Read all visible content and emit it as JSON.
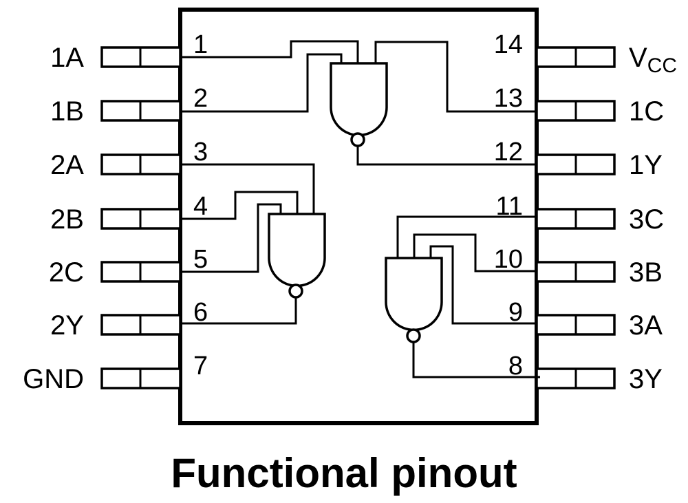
{
  "title": "Functional pinout",
  "device": {
    "type": "triple 3-input NAND",
    "pins": [
      {
        "number": "1",
        "name": "1A",
        "side": "left",
        "row": 0
      },
      {
        "number": "2",
        "name": "1B",
        "side": "left",
        "row": 1
      },
      {
        "number": "3",
        "name": "2A",
        "side": "left",
        "row": 2
      },
      {
        "number": "4",
        "name": "2B",
        "side": "left",
        "row": 3
      },
      {
        "number": "5",
        "name": "2C",
        "side": "left",
        "row": 4
      },
      {
        "number": "6",
        "name": "2Y",
        "side": "left",
        "row": 5
      },
      {
        "number": "7",
        "name": "GND",
        "side": "left",
        "row": 6
      },
      {
        "number": "14",
        "name": "V",
        "name_sub": "CC",
        "side": "right",
        "row": 0
      },
      {
        "number": "13",
        "name": "1C",
        "side": "right",
        "row": 1
      },
      {
        "number": "12",
        "name": "1Y",
        "side": "right",
        "row": 2
      },
      {
        "number": "11",
        "name": "3C",
        "side": "right",
        "row": 3
      },
      {
        "number": "10",
        "name": "3B",
        "side": "right",
        "row": 4
      },
      {
        "number": "9",
        "name": "3A",
        "side": "right",
        "row": 5
      },
      {
        "number": "8",
        "name": "3Y",
        "side": "right",
        "row": 6
      }
    ],
    "gates": [
      {
        "id": "gate-1",
        "type": "NAND",
        "inputs": [
          "1A",
          "1B",
          "1C"
        ],
        "output": "1Y"
      },
      {
        "id": "gate-2",
        "type": "NAND",
        "inputs": [
          "2A",
          "2B",
          "2C"
        ],
        "output": "2Y"
      },
      {
        "id": "gate-3",
        "type": "NAND",
        "inputs": [
          "3A",
          "3B",
          "3C"
        ],
        "output": "3Y"
      }
    ]
  }
}
